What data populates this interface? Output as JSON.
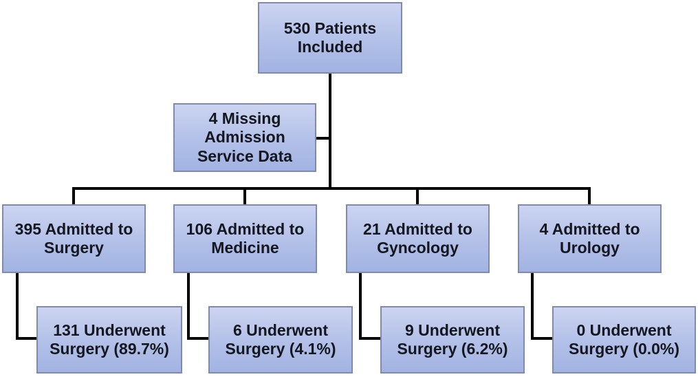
{
  "colors": {
    "box_fill_top": "#ccd4f0",
    "box_fill_bottom": "#a2b3e2",
    "box_border": "#7e8ab0",
    "connector": "#000000",
    "text": "#14171f",
    "background": "#ffffff"
  },
  "flowchart": {
    "root": {
      "label": "530 Patients Included",
      "lines": [
        "530 Patients",
        "Included"
      ]
    },
    "excluded": {
      "label": "4 Missing Admission Service Data",
      "lines": [
        "4 Missing",
        "Admission",
        "Service Data"
      ]
    },
    "branches": [
      {
        "admitted": {
          "label": "395 Admitted to Surgery",
          "lines": [
            "395 Admitted to",
            "Surgery"
          ]
        },
        "outcome": {
          "label": "131 Underwent Surgery (89.7%)",
          "lines": [
            "131 Underwent",
            "Surgery (89.7%)"
          ]
        }
      },
      {
        "admitted": {
          "label": "106 Admitted to Medicine",
          "lines": [
            "106 Admitted to",
            "Medicine"
          ]
        },
        "outcome": {
          "label": "6 Underwent Surgery (4.1%)",
          "lines": [
            "6 Underwent",
            "Surgery (4.1%)"
          ]
        }
      },
      {
        "admitted": {
          "label": "21 Admitted to Gyncology",
          "lines": [
            "21 Admitted to",
            "Gyncology"
          ]
        },
        "outcome": {
          "label": "9 Underwent Surgery (6.2%)",
          "lines": [
            "9 Underwent",
            "Surgery (6.2%)"
          ]
        }
      },
      {
        "admitted": {
          "label": "4 Admitted to Urology",
          "lines": [
            "4 Admitted to",
            "Urology"
          ]
        },
        "outcome": {
          "label": "0 Underwent Surgery (0.0%)",
          "lines": [
            "0 Underwent",
            "Surgery (0.0%)"
          ]
        }
      }
    ]
  }
}
